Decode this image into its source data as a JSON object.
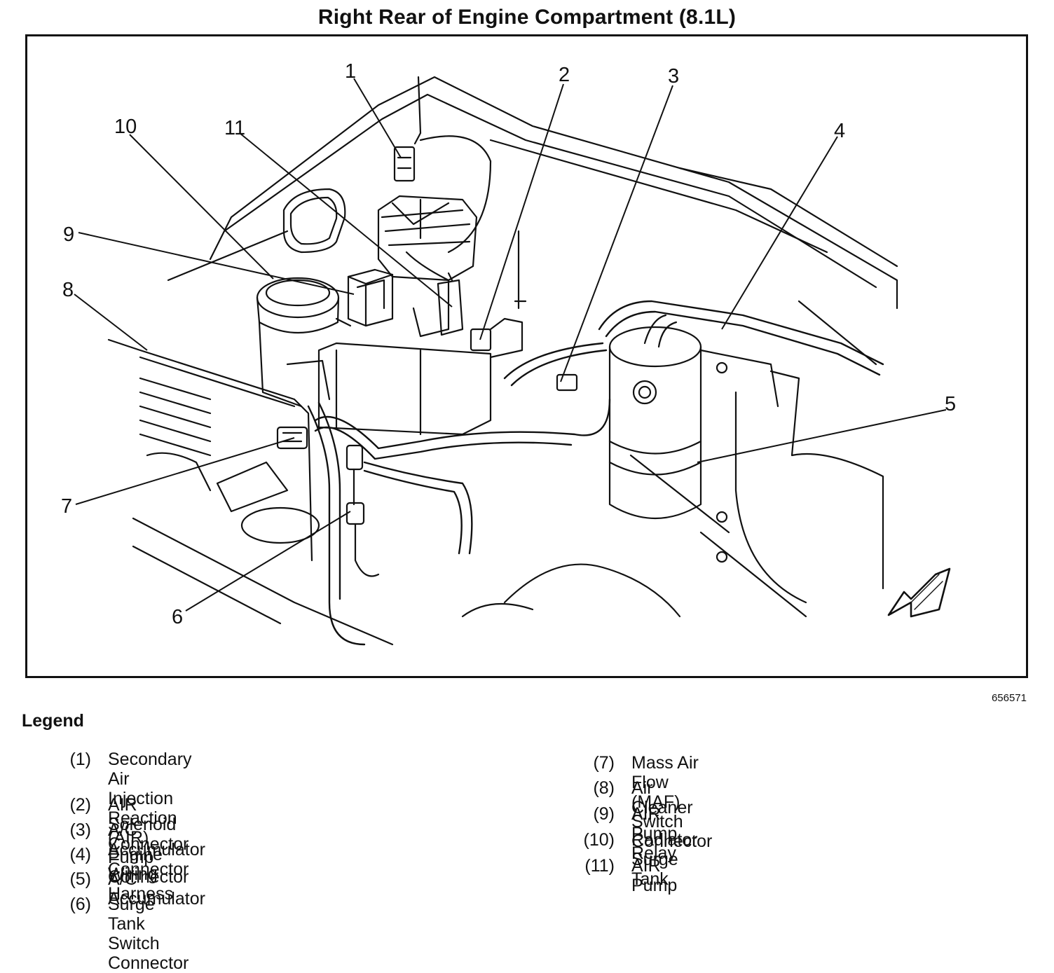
{
  "title": "Right Rear of Engine Compartment (8.1L)",
  "figure_id": "656571",
  "callouts": [
    "1",
    "2",
    "3",
    "4",
    "5",
    "6",
    "7",
    "8",
    "9",
    "10",
    "11"
  ],
  "legend": {
    "heading": "Legend",
    "left": [
      {
        "num": "(1)",
        "text": "Secondary Air Injection Reaction (AIR)\nPump Connector"
      },
      {
        "num": "(2)",
        "text": "AIR Solenoid Connector"
      },
      {
        "num": "(3)",
        "text": "A/C Accumulator Connector"
      },
      {
        "num": "(4)",
        "text": "Engine Wiring Harness"
      },
      {
        "num": "(5)",
        "text": "A/C Accumulator"
      },
      {
        "num": "(6)",
        "text": "Surge Tank Switch Connector"
      }
    ],
    "right": [
      {
        "num": "(7)",
        "text": "Mass Air Flow (MAF) Switch Connector"
      },
      {
        "num": "(8)",
        "text": "Air Cleaner"
      },
      {
        "num": "(9)",
        "text": "AIR Pump Relay"
      },
      {
        "num": "(10)",
        "text": "Radiator Surge Tank"
      },
      {
        "num": "(11)",
        "text": "AIR Pump"
      }
    ]
  }
}
